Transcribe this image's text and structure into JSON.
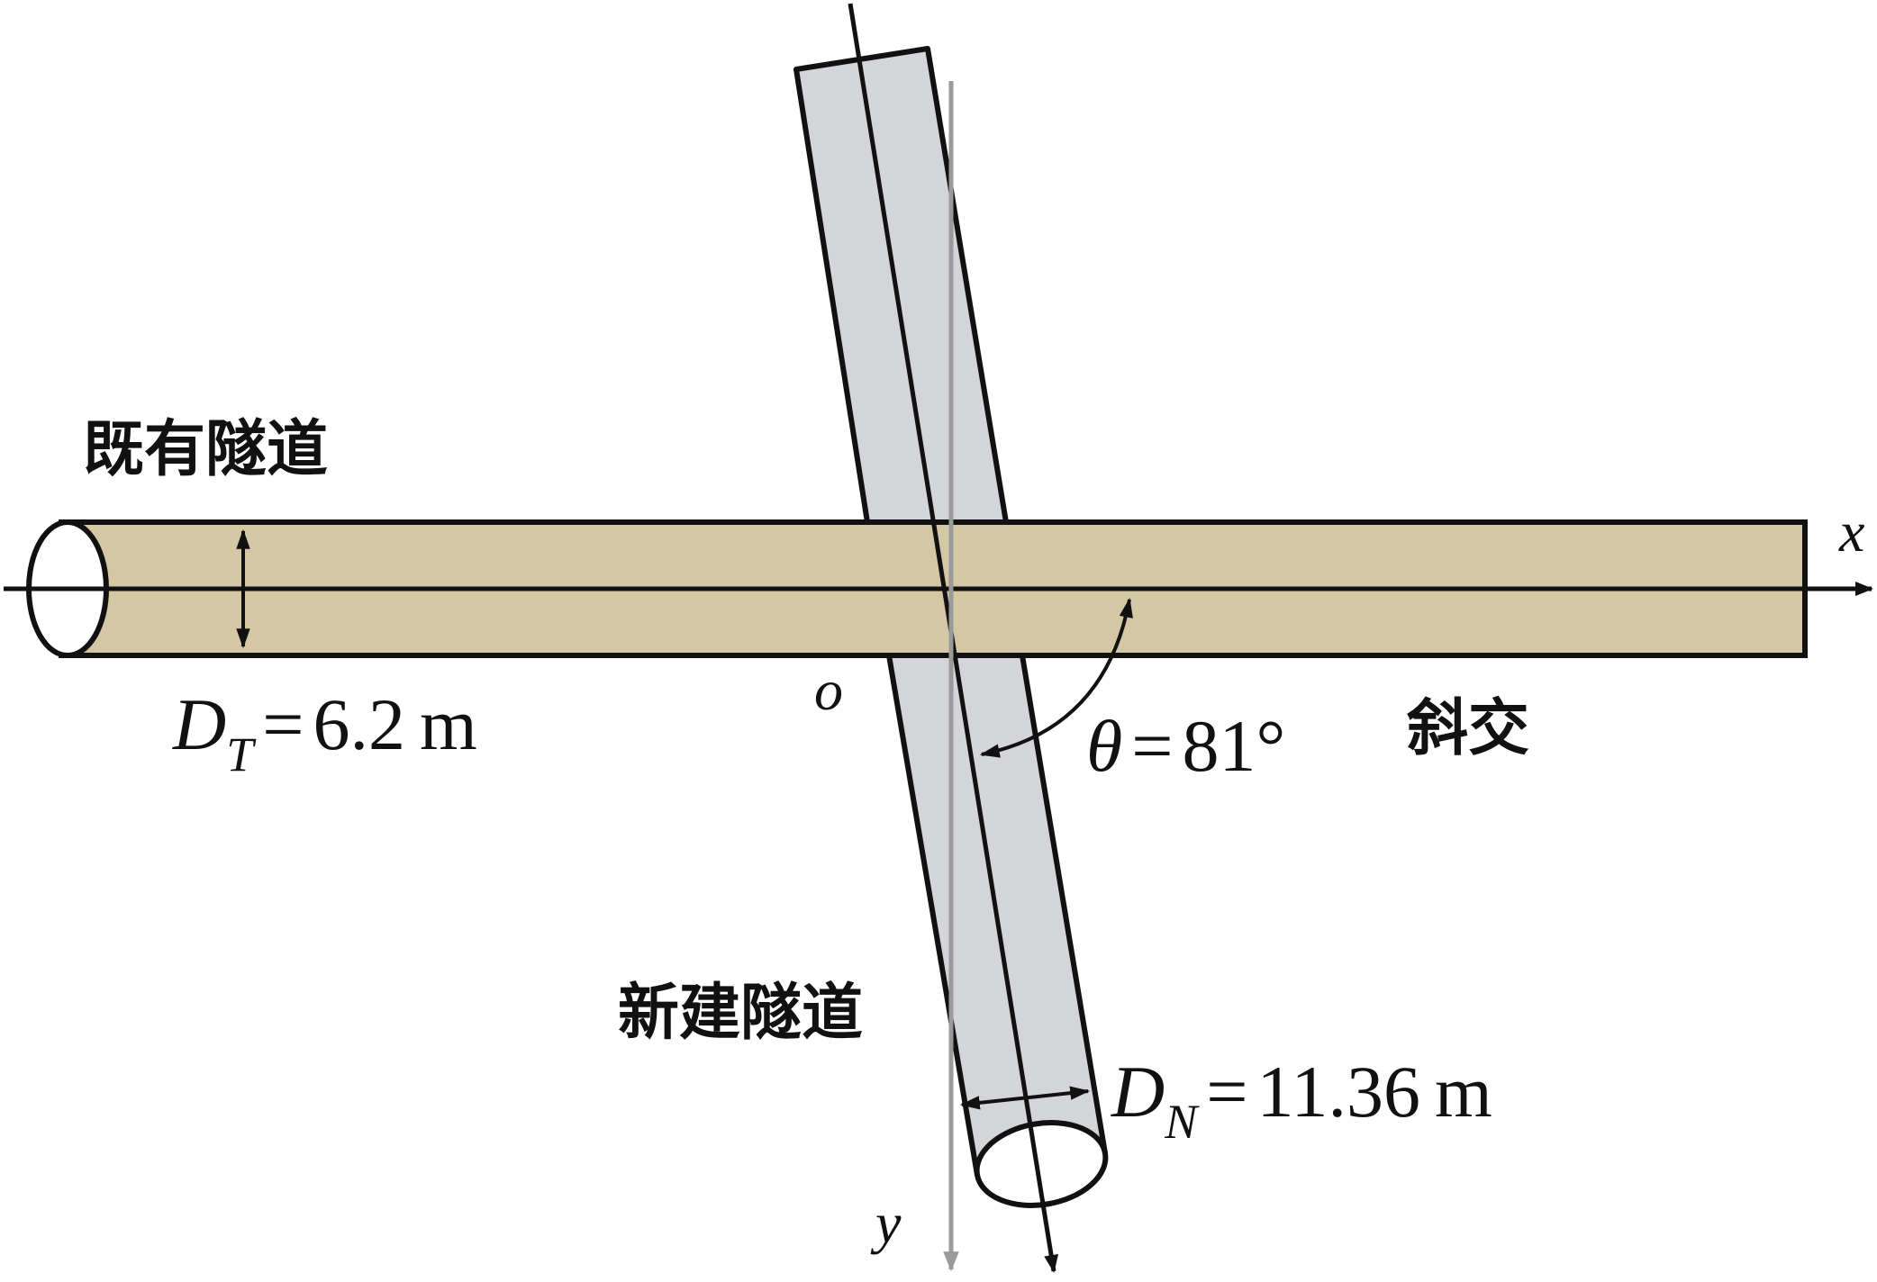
{
  "labels": {
    "existing_tunnel": "既有隧道",
    "new_tunnel": "新建隧道",
    "oblique": "斜交",
    "axis_x": "x",
    "axis_y": "y",
    "origin": "o"
  },
  "dimensions": {
    "existing_diameter": {
      "symbol": "D",
      "subscript": "T",
      "equals": "=",
      "value": "6.2",
      "unit": "m"
    },
    "new_diameter": {
      "symbol": "D",
      "subscript": "N",
      "equals": "=",
      "value": "11.36",
      "unit": "m"
    },
    "angle": {
      "symbol": "θ",
      "equals": "=",
      "value": "81°"
    }
  },
  "colors": {
    "existing_tunnel_fill": "#d4c7a5",
    "new_tunnel_fill": "#d4d5d9",
    "outline": "#111111",
    "y_axis": "#9a9a9a"
  }
}
